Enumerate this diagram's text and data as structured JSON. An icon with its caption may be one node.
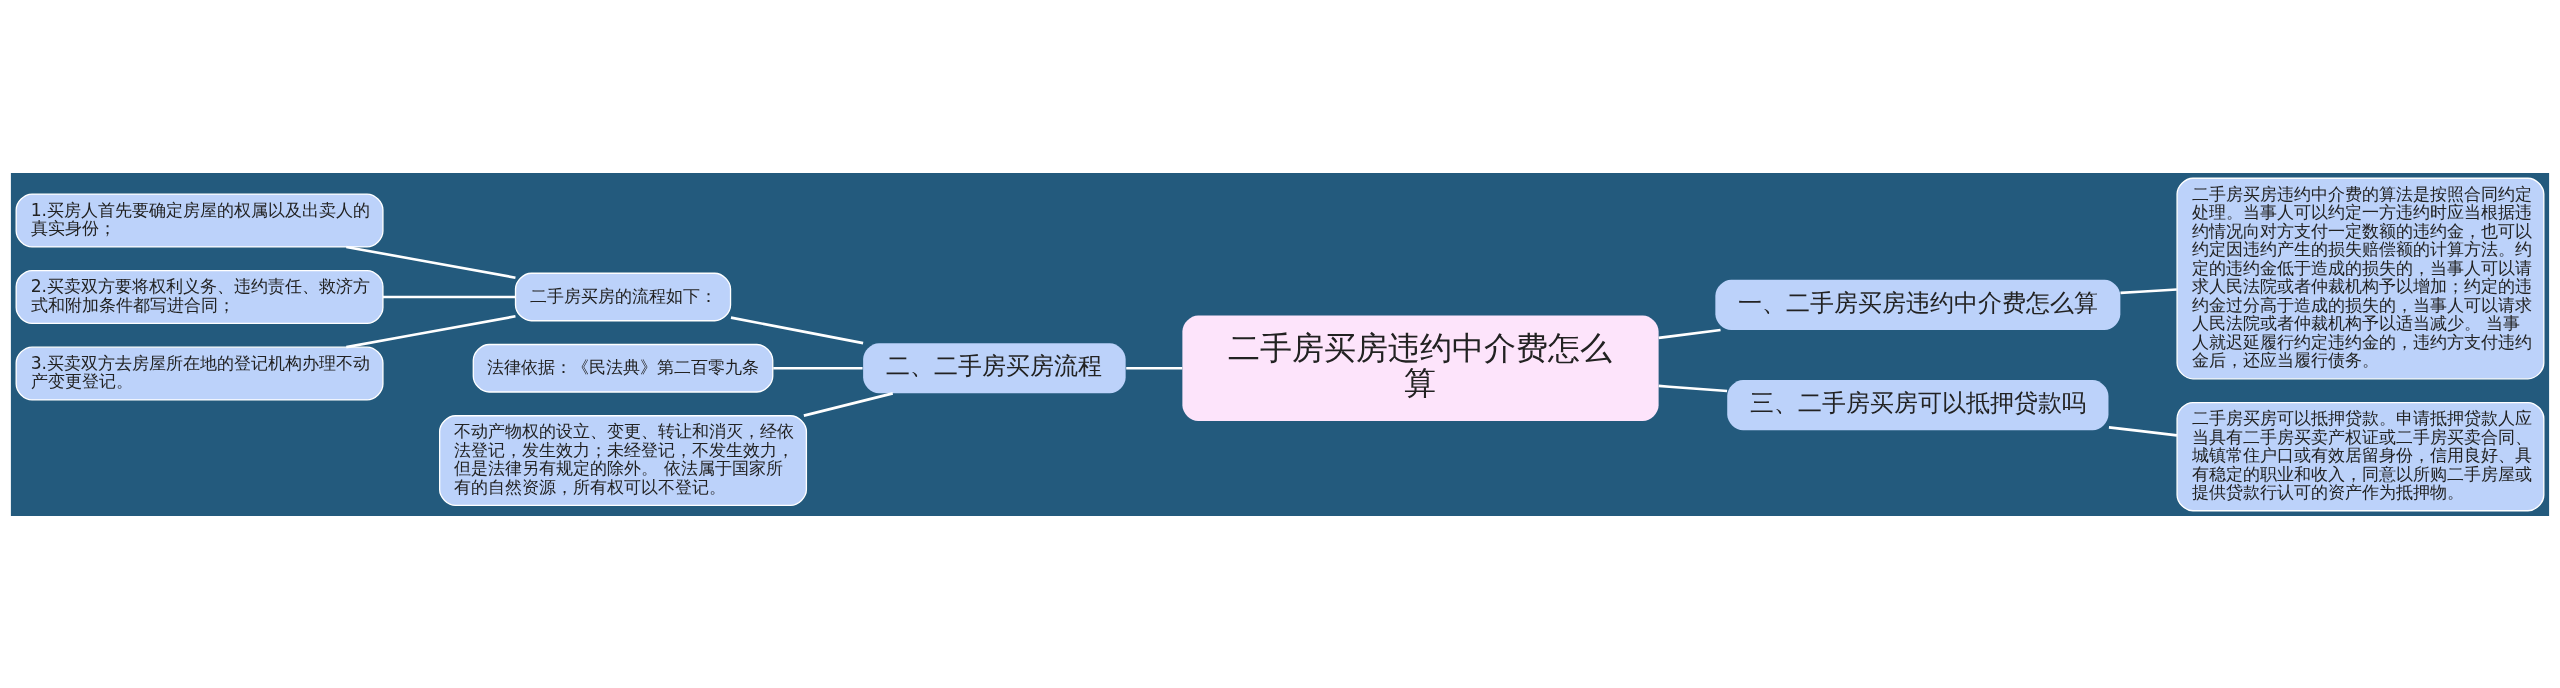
{
  "diagram": {
    "nodes": [
      {
        "text": [
          "二手房买房违约中介费怎么算"
        ]
      },
      {
        "text": [
          "一、二手房买房违约中介费怎么算"
        ]
      },
      {
        "text": [
          "二手房买房违约中介费的算法是按照合同约定处理。当事人可以约定一方违约时应当根据违约情况向对方支付一定数额的违约金，也可以约定因违约产生的损失赔偿额的计算方法。约定的违约金低于造成的损失的，当事人可以请求人民法院或者仲裁机构予以增加；约定的违约金过分高于造成的损失的，当事人可以请求人民法院或者仲裁机构予以适当减少。 当事人就迟延履行约定违约金的，违约方支付违约金后，还应当履行债务。"
        ]
      },
      {
        "text": [
          "三、二手房买房可以抵押贷款吗"
        ]
      },
      {
        "text": [
          "二手房买房可以抵押贷款。申请抵押贷款人应当具有二手房买卖产权证或二手房买卖合同、城镇常住户口或有效居留身份，信用良好、具有稳定的职业和收入，同意以所购二手房屋或提供贷款行认可的资产作为抵押物。"
        ]
      },
      {
        "text": [
          "二、二手房买房流程"
        ]
      },
      {
        "text": [
          "二手房买房的流程如下："
        ]
      },
      {
        "text": [
          "1.买房人首先要确定房屋的权属以及出卖人的真实身份；"
        ]
      },
      {
        "text": [
          "2.买卖双方要将权利义务、违约责任、救济方式和附加条件都写进合同；"
        ]
      },
      {
        "text": [
          "3.买卖双方去房屋所在地的登记机构办理不动产变更登记。"
        ]
      },
      {
        "text": [
          "法律依据：《民法典》第二百零九条"
        ]
      },
      {
        "text": [
          "不动产物权的设立、变更、转让和消灭，经依法登记，发生效力；未经登记，不发生效力，但是法律另有规定的除外。 依法属于国家所有的自然资源，所有权可以不登记。"
        ]
      }
    ],
    "edges": [
      {
        "from": 0,
        "to": 1,
        "arrow": "none"
      },
      {
        "from": 1,
        "to": 2,
        "arrow": "none"
      },
      {
        "from": 0,
        "to": 3,
        "arrow": "none"
      },
      {
        "from": 3,
        "to": 4,
        "arrow": "none"
      },
      {
        "from": 0,
        "to": 5,
        "arrow": "none"
      },
      {
        "from": 5,
        "to": 6,
        "arrow": "none"
      },
      {
        "from": 6,
        "to": 7,
        "arrow": "none"
      },
      {
        "from": 6,
        "to": 8,
        "arrow": "none"
      },
      {
        "from": 6,
        "to": 9,
        "arrow": "none"
      },
      {
        "from": 5,
        "to": 10,
        "arrow": "none"
      },
      {
        "from": 5,
        "to": 11,
        "arrow": "none"
      }
    ]
  }
}
